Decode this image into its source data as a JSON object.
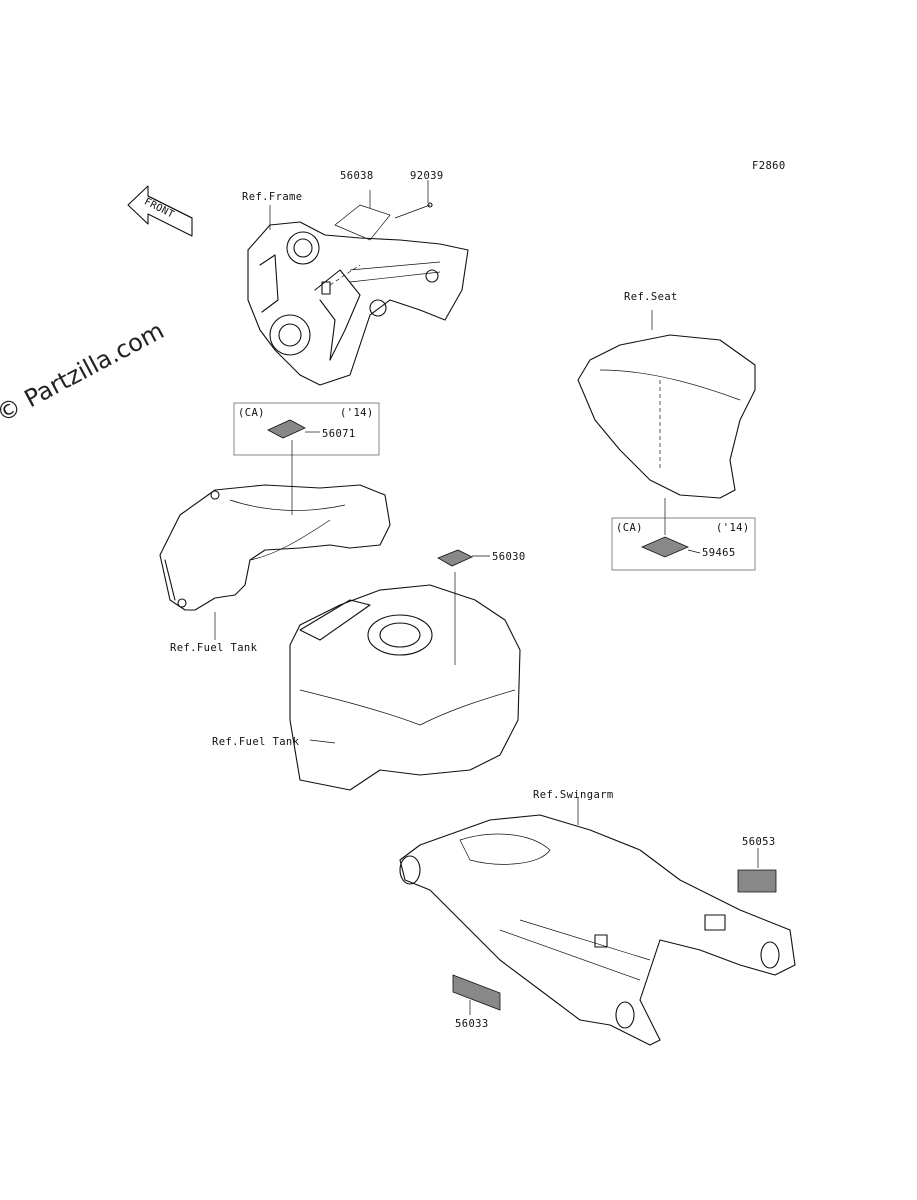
{
  "figure_code": "F2860",
  "watermark": "© Partzilla.com",
  "front_arrow": "FRONT",
  "refs": {
    "frame": "Ref.Frame",
    "seat": "Ref.Seat",
    "fuel_tank_upper": "Ref.Fuel Tank",
    "fuel_tank_lower": "Ref.Fuel Tank",
    "swingarm": "Ref.Swingarm"
  },
  "parts": {
    "p56038": "56038",
    "p92039": "92039",
    "p56071": "56071",
    "p56030": "56030",
    "p59465": "59465",
    "p56053": "56053",
    "p56033": "56033"
  },
  "callout_boxes": {
    "tank_box": {
      "region": "(CA)",
      "year": "('14)"
    },
    "seat_box": {
      "region": "(CA)",
      "year": "('14)"
    }
  }
}
